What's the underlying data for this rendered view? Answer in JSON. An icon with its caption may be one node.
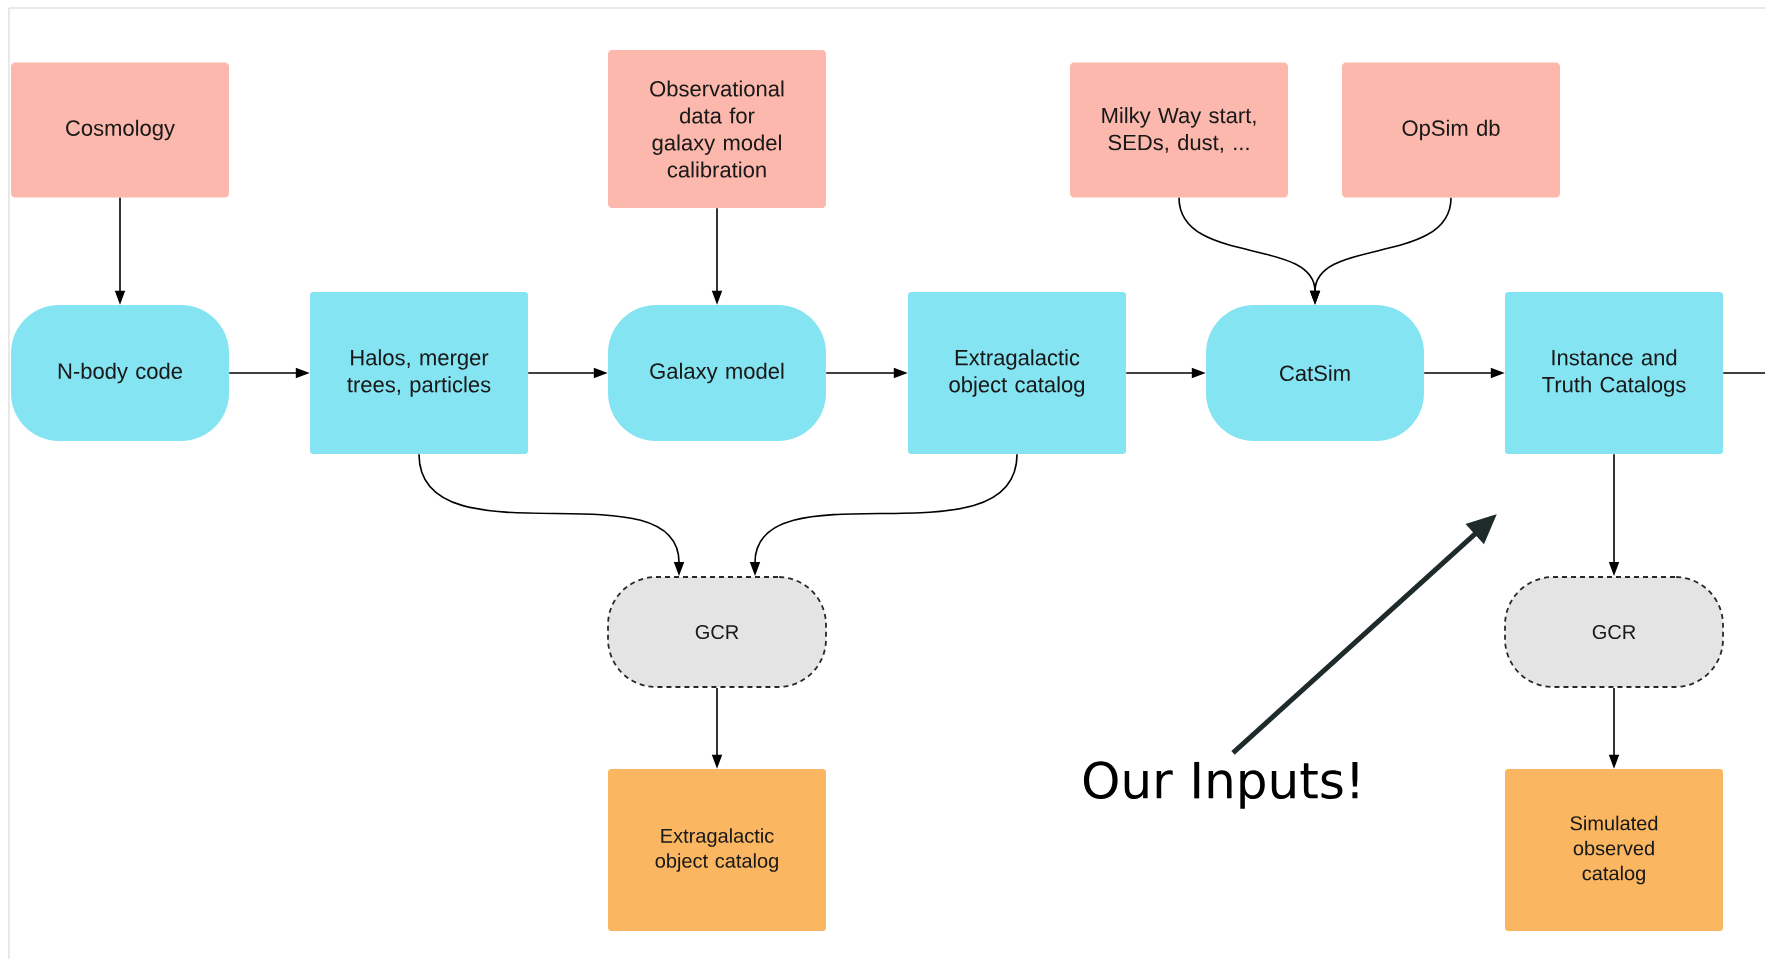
{
  "diagram": {
    "nodes": [
      {
        "text": [
          "Cosmology"
        ]
      },
      {
        "text": [
          "Observational data for galaxy model calibration"
        ]
      },
      {
        "text": [
          "Milky Way start, SEDs, dust, ..."
        ]
      },
      {
        "text": [
          "OpSim db"
        ]
      },
      {
        "text": [
          "N-body code"
        ]
      },
      {
        "text": [
          "Halos, merger trees, particles"
        ]
      },
      {
        "text": [
          "Galaxy model"
        ]
      },
      {
        "text": [
          "Extragalactic object catalog"
        ]
      },
      {
        "text": [
          "CatSim"
        ]
      },
      {
        "text": [
          "Instance and Truth Catalogs"
        ]
      },
      {
        "text": [
          "GCR"
        ]
      },
      {
        "text": [
          "GCR"
        ]
      },
      {
        "text": [
          "Extragalactic object catalog"
        ]
      },
      {
        "text": [
          "Simulated observed catalog"
        ]
      },
      {
        "text": [
          "Our Inputs!"
        ]
      }
    ],
    "edges": [
      {
        "from": 0,
        "to": 4,
        "arrow": "to"
      },
      {
        "from": 1,
        "to": 6,
        "arrow": "to"
      },
      {
        "from": 2,
        "to": 8,
        "arrow": "to"
      },
      {
        "from": 3,
        "to": 8,
        "arrow": "to"
      },
      {
        "from": 4,
        "to": 5,
        "arrow": "to"
      },
      {
        "from": 5,
        "to": 6,
        "arrow": "to"
      },
      {
        "from": 6,
        "to": 7,
        "arrow": "to"
      },
      {
        "from": 7,
        "to": 8,
        "arrow": "to"
      },
      {
        "from": 8,
        "to": 9,
        "arrow": "to"
      },
      {
        "from": 9,
        "to": null,
        "arrow": "none"
      },
      {
        "from": 5,
        "to": 10,
        "arrow": "to"
      },
      {
        "from": 7,
        "to": 10,
        "arrow": "to"
      },
      {
        "from": 9,
        "to": 11,
        "arrow": "to"
      },
      {
        "from": 10,
        "to": 12,
        "arrow": "to"
      },
      {
        "from": 11,
        "to": 13,
        "arrow": "to"
      },
      {
        "from": 14,
        "to": null,
        "arrow": "to",
        "style": "thick",
        "color": "#1f2a2a"
      }
    ]
  }
}
